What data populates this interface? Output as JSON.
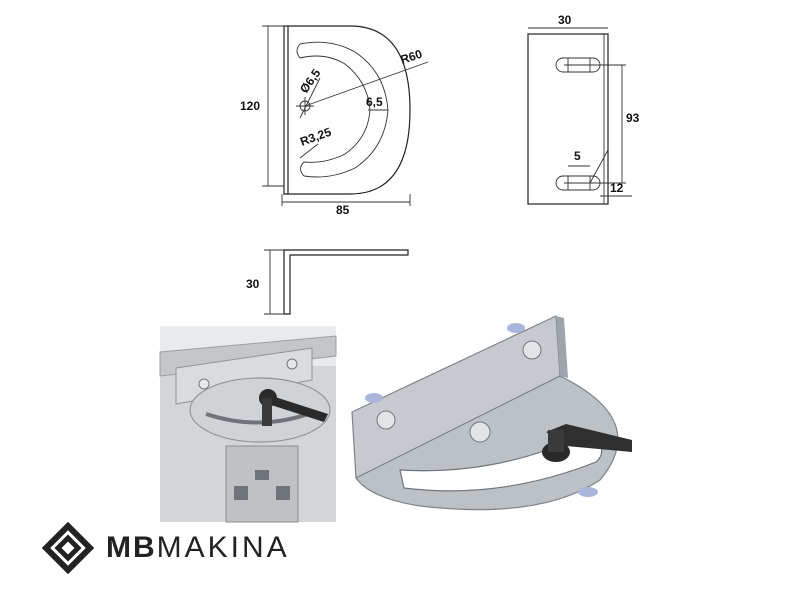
{
  "drawing": {
    "front_view": {
      "height_label": "120",
      "width_label": "85",
      "radius_label": "R60",
      "hole_label": "Ø6,5",
      "slot_width_label": "6,5",
      "slot_radius_label": "R3,25"
    },
    "side_view": {
      "width_label": "30",
      "spacing_label": "93",
      "slot_width_label": "5",
      "edge_label": "12"
    },
    "bottom_view": {
      "height_label": "30"
    }
  },
  "brand": {
    "bold": "MB",
    "rest": "MAKINA",
    "logo_icon": "mb-logo-icon",
    "color": "#222222"
  },
  "colors": {
    "metal": "#c8ccd2",
    "metal_dark": "#8e949c",
    "handle": "#2a2a2a",
    "photo_bg": "#cfd2d4"
  }
}
